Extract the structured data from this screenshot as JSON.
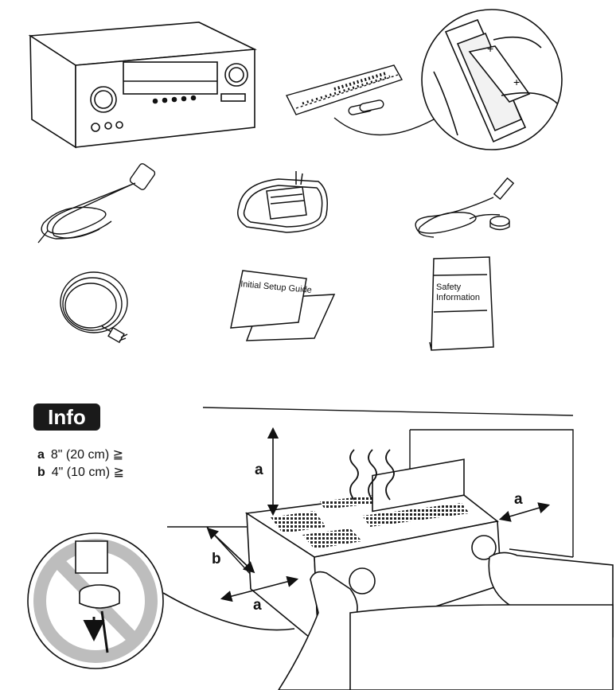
{
  "booklets": {
    "setup_guide": "Initial Setup Guide",
    "safety_line1": "Safety",
    "safety_line2": "Information"
  },
  "info": {
    "badge": "Info",
    "legend": [
      {
        "key": "a",
        "text": "8\" (20 cm) ≧"
      },
      {
        "key": "b",
        "text": "4\" (10 cm) ≧"
      }
    ]
  },
  "clearance_labels": {
    "top": "a",
    "side": "a",
    "rear": "b",
    "front": "a"
  },
  "battery_marks": {
    "plus1": "+",
    "plus2": "+"
  }
}
